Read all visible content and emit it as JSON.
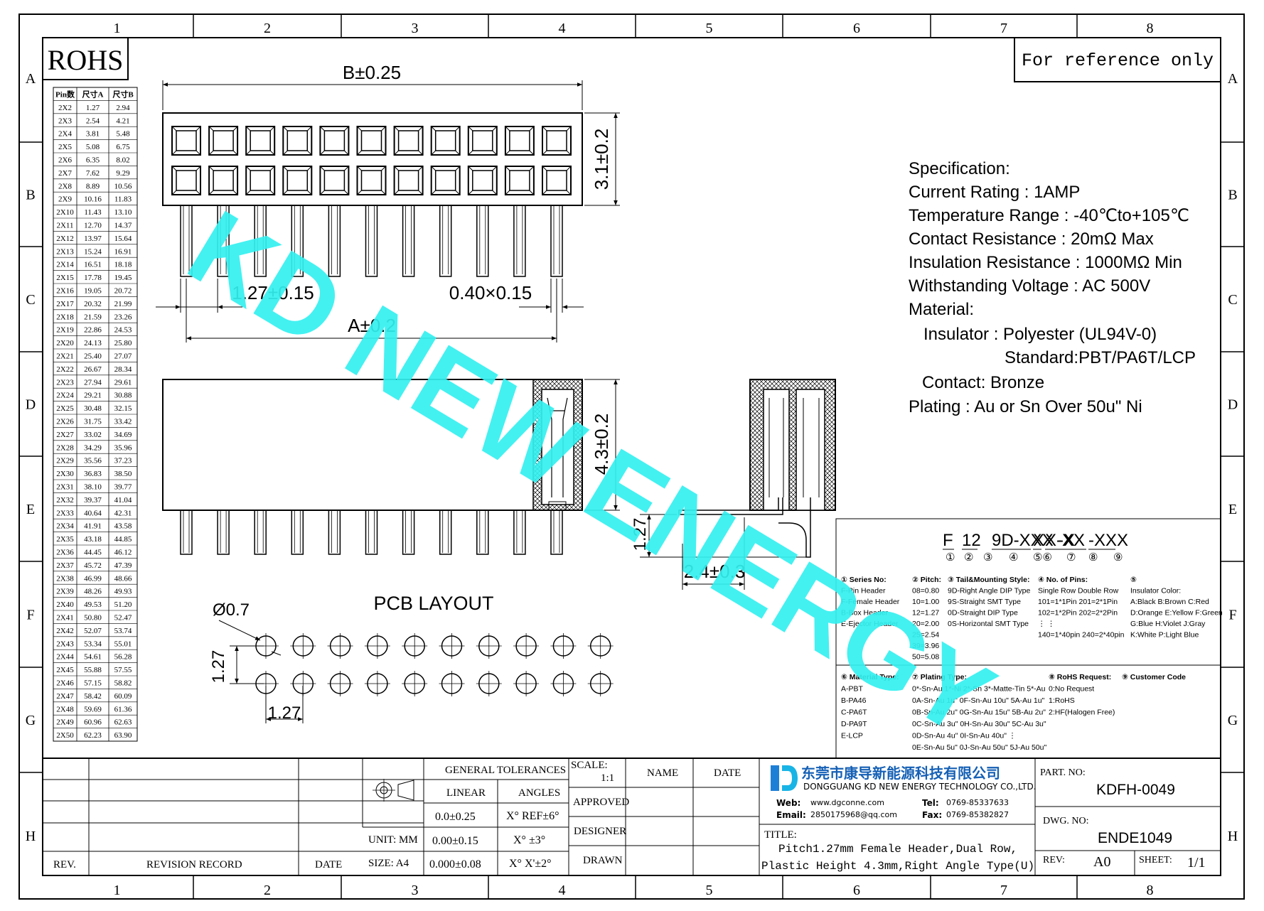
{
  "frame": {
    "cols": [
      "1",
      "2",
      "3",
      "4",
      "5",
      "6",
      "7",
      "8"
    ],
    "rows": [
      "A",
      "B",
      "C",
      "D",
      "E",
      "F",
      "G",
      "H"
    ]
  },
  "rohs": "ROHS",
  "reference": "For reference only",
  "watermark": "KD NEW ENERGY",
  "pin_table": {
    "headers": [
      "Pin数",
      "尺寸A",
      "尺寸B"
    ],
    "rows": [
      [
        "2X2",
        "1.27",
        "2.94"
      ],
      [
        "2X3",
        "2.54",
        "4.21"
      ],
      [
        "2X4",
        "3.81",
        "5.48"
      ],
      [
        "2X5",
        "5.08",
        "6.75"
      ],
      [
        "2X6",
        "6.35",
        "8.02"
      ],
      [
        "2X7",
        "7.62",
        "9.29"
      ],
      [
        "2X8",
        "8.89",
        "10.56"
      ],
      [
        "2X9",
        "10.16",
        "11.83"
      ],
      [
        "2X10",
        "11.43",
        "13.10"
      ],
      [
        "2X11",
        "12.70",
        "14.37"
      ],
      [
        "2X12",
        "13.97",
        "15.64"
      ],
      [
        "2X13",
        "15.24",
        "16.91"
      ],
      [
        "2X14",
        "16.51",
        "18.18"
      ],
      [
        "2X15",
        "17.78",
        "19.45"
      ],
      [
        "2X16",
        "19.05",
        "20.72"
      ],
      [
        "2X17",
        "20.32",
        "21.99"
      ],
      [
        "2X18",
        "21.59",
        "23.26"
      ],
      [
        "2X19",
        "22.86",
        "24.53"
      ],
      [
        "2X20",
        "24.13",
        "25.80"
      ],
      [
        "2X21",
        "25.40",
        "27.07"
      ],
      [
        "2X22",
        "26.67",
        "28.34"
      ],
      [
        "2X23",
        "27.94",
        "29.61"
      ],
      [
        "2X24",
        "29.21",
        "30.88"
      ],
      [
        "2X25",
        "30.48",
        "32.15"
      ],
      [
        "2X26",
        "31.75",
        "33.42"
      ],
      [
        "2X27",
        "33.02",
        "34.69"
      ],
      [
        "2X28",
        "34.29",
        "35.96"
      ],
      [
        "2X29",
        "35.56",
        "37.23"
      ],
      [
        "2X30",
        "36.83",
        "38.50"
      ],
      [
        "2X31",
        "38.10",
        "39.77"
      ],
      [
        "2X32",
        "39.37",
        "41.04"
      ],
      [
        "2X33",
        "40.64",
        "42.31"
      ],
      [
        "2X34",
        "41.91",
        "43.58"
      ],
      [
        "2X35",
        "43.18",
        "44.85"
      ],
      [
        "2X36",
        "44.45",
        "46.12"
      ],
      [
        "2X37",
        "45.72",
        "47.39"
      ],
      [
        "2X38",
        "46.99",
        "48.66"
      ],
      [
        "2X39",
        "48.26",
        "49.93"
      ],
      [
        "2X40",
        "49.53",
        "51.20"
      ],
      [
        "2X41",
        "50.80",
        "52.47"
      ],
      [
        "2X42",
        "52.07",
        "53.74"
      ],
      [
        "2X43",
        "53.34",
        "55.01"
      ],
      [
        "2X44",
        "54.61",
        "56.28"
      ],
      [
        "2X45",
        "55.88",
        "57.55"
      ],
      [
        "2X46",
        "57.15",
        "58.82"
      ],
      [
        "2X47",
        "58.42",
        "60.09"
      ],
      [
        "2X48",
        "59.69",
        "61.36"
      ],
      [
        "2X49",
        "60.96",
        "62.63"
      ],
      [
        "2X50",
        "62.23",
        "63.90"
      ]
    ]
  },
  "dims": {
    "b": "B±0.25",
    "height": "3.1±0.2",
    "pitch": "1.27±0.15",
    "pin": "0.40×0.15",
    "a": "A±0.2",
    "side_h": "4.3±0.2",
    "tail": "1.27",
    "offset": "2.4±0.3",
    "hole": "Ø0.7",
    "pcb_v": "1.27",
    "pcb_h": "1.27"
  },
  "pcb_title": "PCB LAYOUT",
  "spec": [
    "Specification:",
    "Current Rating : 1AMP",
    "Temperature Range : -40℃to+105℃",
    "Contact Resistance : 20mΩ Max",
    "Insulation Resistance : 1000MΩ Min",
    "Withstanding Voltage : AC 500V",
    "Material:",
    "Insulator : Polyester (UL94V-0)",
    "Standard:PBT/PA6T/LCP",
    "Contact: Bronze",
    "Plating : Au or Sn Over 50u\" Ni"
  ],
  "part_code": {
    "segments": [
      "F",
      "12",
      "9D-XXX",
      "X",
      "X-XX",
      "-X",
      "-XXX"
    ],
    "circles": [
      "①",
      "②",
      "③",
      "④",
      "⑤⑥",
      "⑦",
      "⑧",
      "⑨"
    ],
    "series": [
      "① Series No:",
      "F-Pin Header",
      "F-Female Header",
      "B-Box Header",
      "E-Ejector Header"
    ],
    "pitch": [
      "② Pitch:",
      "08=0.80",
      "10=1.00",
      "12=1.27",
      "20=2.00",
      "25=2.54",
      "39=3.96",
      "50=5.08"
    ],
    "tail": [
      "③ Tail&Mounting Style:",
      "9D-Right Angle DIP Type",
      "9S-Straight SMT Type",
      "0D-Straight DIP Type",
      "0S-Horizontal SMT Type"
    ],
    "pins": [
      "④ No. of Pins:",
      "Single Row   Double Row",
      "101=1*1Pin   201=2*1Pin",
      "102=1*2Pin   202=2*2Pin",
      "  ⋮            ⋮",
      "140=1*40pin  240=2*40pin"
    ],
    "color": [
      "⑤",
      "Insulator Color:",
      "A:Black  B:Brown  C:Red",
      "D:Orange E:Yellow F:Green",
      "G:Blue   H:Violet J:Gray",
      "K:White  P:Light Blue"
    ],
    "material": [
      "⑥ Material Type:",
      "A-PBT",
      "B-PA46",
      "C-PA6T",
      "D-PA9T",
      "E-LCP"
    ],
    "plating": [
      "⑦ Plating Type:",
      "0*-Sn-Au 1*-Ni 2*-Sn 3*-Matte-Tin 5*-Au",
      "0A-Sn-Au 1u\" 0F-Sn-Au 10u\"  5A-Au 1u\"",
      "0B-Sn-Au 2u\" 0G-Sn-Au 15u\"  5B-Au 2u\"",
      "0C-Sn-Au 3u\" 0H-Sn-Au 30u\"  5C-Au 3u\"",
      "0D-Sn-Au 4u\" 0I-Sn-Au 40u\"    ⋮",
      "0E-Sn-Au 5u\" 0J-Sn-Au 50u\"  5J-Au 50u\""
    ],
    "rohs": [
      "⑧ RoHS Request:",
      "0:No Request",
      "1:RoHS",
      "2:HF(Halogen Free)"
    ],
    "customer": [
      "⑨ Customer Code"
    ]
  },
  "title_block": {
    "general_tol": "GENERAL TOLERANCES",
    "linear": "LINEAR",
    "angles": "ANGLES",
    "lin": [
      "0.0±0.25",
      "0.00±0.15",
      "0.000±0.08"
    ],
    "ang": [
      "X° REF±6°",
      "X° ±3°",
      "X° X'±2°"
    ],
    "unit": "UNIT: MM",
    "size": "SIZE: A4",
    "scale": "SCALE:",
    "scale_val": "1:1",
    "name": "NAME",
    "date": "DATE",
    "approved": "APPROVED",
    "designer": "DESIGNER",
    "drawn": "DRAWN",
    "rev": "REV.",
    "rev_record": "REVISION RECORD",
    "rev_date": "DATE",
    "company_cn": "东莞市康导新能源科技有限公司",
    "company_en": "DONGGUANG KD NEW ENERGY TECHNOLOGY CO.,LTD.",
    "web_label": "Web:",
    "web": "www.dgconne.com",
    "tel_label": "Tel:",
    "tel": "0769-85337633",
    "email_label": "Email:",
    "email": "2850175968@qq.com",
    "fax_label": "Fax:",
    "fax": "0769-85382827",
    "title_label": "TITLE:",
    "title_1": "Pitch1.27mm Female Header,Dual Row,",
    "title_2": "Plastic Height 4.3mm,Right Angle Type(U)",
    "part_label": "PART. NO:",
    "part_no": "KDFH-0049",
    "dwg_label": "DWG. NO:",
    "dwg_no": "ENDE1049",
    "rev_label": "REV:",
    "rev_val": "A0",
    "sheet_label": "SHEET:",
    "sheet_val": "1/1"
  }
}
